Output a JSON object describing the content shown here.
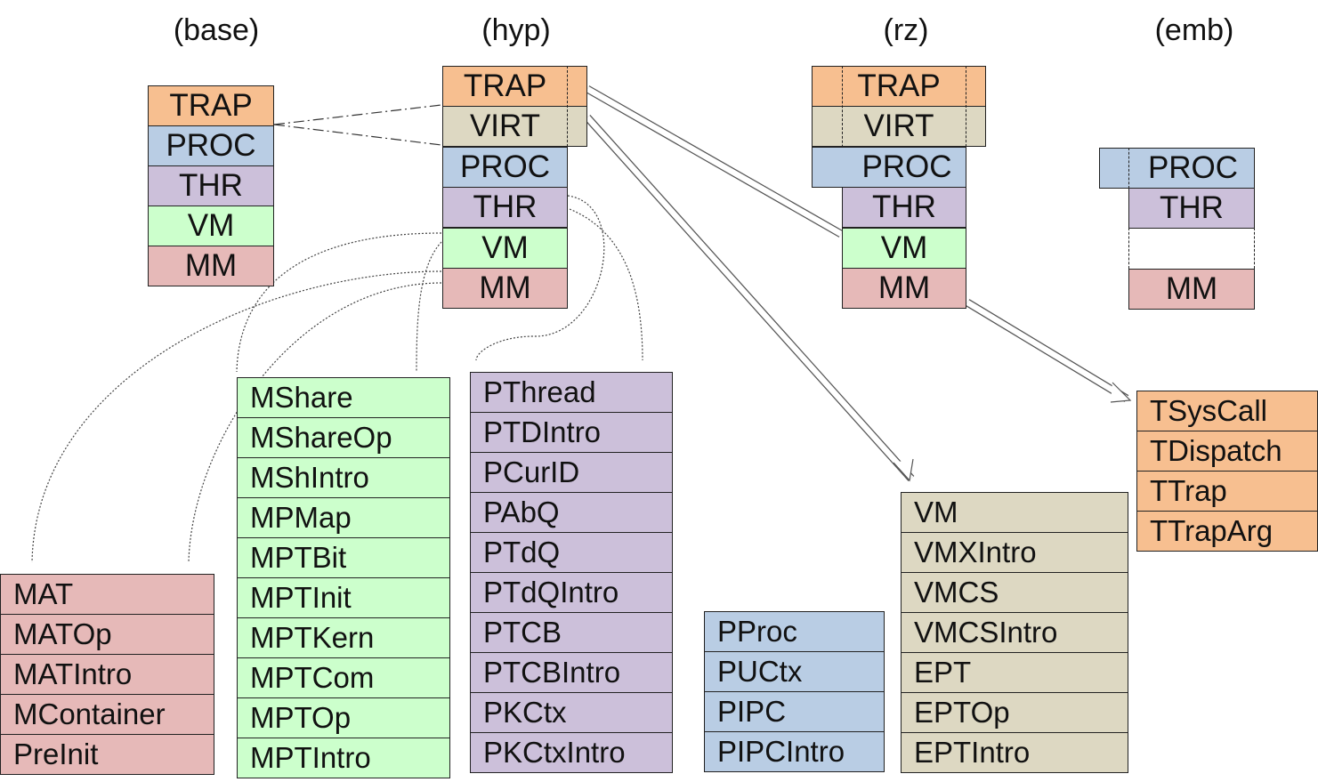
{
  "columns": {
    "base": {
      "title": "(base)",
      "layers": [
        "TRAP",
        "PROC",
        "THR",
        "VM",
        "MM"
      ]
    },
    "hyp": {
      "title": "(hyp)",
      "layers": [
        "TRAP",
        "VIRT",
        "PROC",
        "THR",
        "VM",
        "MM"
      ]
    },
    "rz": {
      "title": "(rz)",
      "layers": [
        "TRAP",
        "VIRT",
        "PROC",
        "THR",
        "VM",
        "MM"
      ]
    },
    "emb": {
      "title": "(emb)",
      "layers": [
        "PROC",
        "THR",
        "MM"
      ]
    }
  },
  "colors": {
    "trap": "#f7bf90",
    "virt": "#ddd8c2",
    "proc": "#b9cde4",
    "thr": "#ccc0da",
    "vm": "#ccffcc",
    "mm": "#e6b9b8"
  },
  "modules": {
    "mm": [
      "MAT",
      "MATOp",
      "MATIntro",
      "MContainer",
      "PreInit"
    ],
    "vm": [
      "MShare",
      "MShareOp",
      "MShIntro",
      "MPMap",
      "MPTBit",
      "MPTInit",
      "MPTKern",
      "MPTCom",
      "MPTOp",
      "MPTIntro"
    ],
    "thr": [
      "PThread",
      "PTDIntro",
      "PCurID",
      "PAbQ",
      "PTdQ",
      "PTdQIntro",
      "PTCB",
      "PTCBIntro",
      "PKCtx",
      "PKCtxIntro"
    ],
    "proc": [
      "PProc",
      "PUCtx",
      "PIPC",
      "PIPCIntro"
    ],
    "virt": [
      "VM",
      "VMXIntro",
      "VMCS",
      "VMCSIntro",
      "EPT",
      "EPTOp",
      "EPTIntro"
    ],
    "trap": [
      "TSysCall",
      "TDispatch",
      "TTrap",
      "TTrapArg"
    ]
  }
}
